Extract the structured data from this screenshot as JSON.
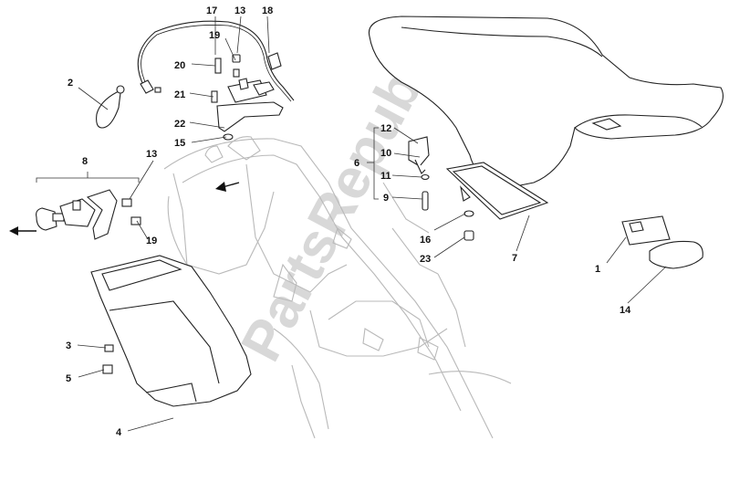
{
  "watermark": {
    "text": "PartsRepublik",
    "color": "#d8d8d8"
  },
  "callouts": {
    "c17": "17",
    "c13a": "13",
    "c18": "18",
    "c19a": "19",
    "c2": "2",
    "c20": "20",
    "c21": "21",
    "c22": "22",
    "c15": "15",
    "c13b": "13",
    "c8": "8",
    "c19b": "19",
    "c3": "3",
    "c5": "5",
    "c4": "4",
    "c12": "12",
    "c10": "10",
    "c6": "6",
    "c11": "11",
    "c9": "9",
    "c16": "16",
    "c23": "23",
    "c7": "7",
    "c1": "1",
    "c14": "14"
  },
  "colors": {
    "line": "#222222",
    "frame_line": "#b9b9b9",
    "label": "#111111"
  }
}
